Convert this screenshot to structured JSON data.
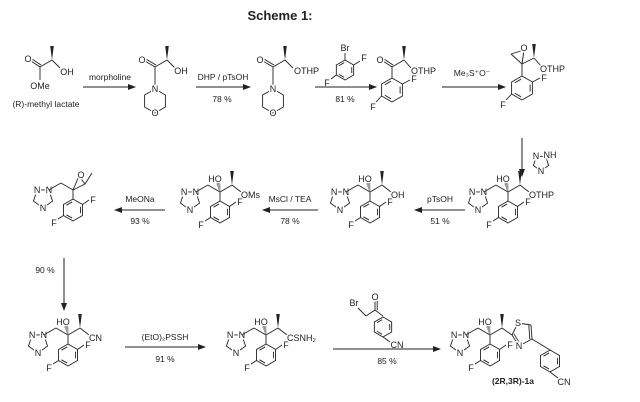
{
  "title": "Scheme 1:",
  "compounds": [
    {
      "labels": [
        "O",
        "OH",
        "OMe"
      ],
      "name": "(R)-methyl lactate"
    },
    {
      "labels": [
        "O",
        "OH",
        "N",
        "O"
      ]
    },
    {
      "labels": [
        "O",
        "OTHP",
        "N",
        "O"
      ]
    },
    {
      "labels": [
        "O",
        "OTHP",
        "F",
        "F"
      ]
    },
    {
      "labels": [
        "O",
        "OTHP",
        "F",
        "F"
      ]
    },
    {
      "labels": [
        "N",
        "N",
        "N",
        "HO",
        "OTHP",
        "F",
        "F"
      ]
    },
    {
      "labels": [
        "N",
        "N",
        "N",
        "HO",
        "OH",
        "F",
        "F"
      ]
    },
    {
      "labels": [
        "N",
        "N",
        "N",
        "HO",
        "OMs",
        "F",
        "F"
      ]
    },
    {
      "labels": [
        "N",
        "N",
        "N",
        "O",
        "F",
        "F"
      ]
    },
    {
      "labels": [
        "N",
        "N",
        "N",
        "HO",
        "CN",
        "F",
        "F"
      ]
    },
    {
      "labels": [
        "N",
        "N",
        "N",
        "HO",
        "CSNH₂",
        "F",
        "F"
      ]
    },
    {
      "labels": [
        "N",
        "N",
        "N",
        "HO",
        "S",
        "N",
        "F",
        "F",
        "CN"
      ],
      "name": "(2R,3R)-1a"
    }
  ],
  "steps": [
    {
      "reagent": "morpholine",
      "yield": ""
    },
    {
      "reagent": "DHP / pTsOH",
      "yield": "78 %"
    },
    {
      "reagent_labels": [
        "Br",
        "F",
        "F"
      ],
      "yield": "81 %"
    },
    {
      "reagent": "Me₃S⁺O⁻",
      "yield": ""
    },
    {
      "reagent_labels": [
        "N",
        "NH",
        "N"
      ],
      "yield": ""
    },
    {
      "reagent": "pTsOH",
      "yield": "51 %"
    },
    {
      "reagent": "MsCl / TEA",
      "yield": "78 %"
    },
    {
      "reagent": "MeONa",
      "yield": "93 %"
    },
    {
      "reagent": "",
      "yield": "90 %"
    },
    {
      "reagent": "(EtO)₂PSSH",
      "yield": "91 %"
    },
    {
      "reagent_labels": [
        "Br",
        "O",
        "CN"
      ],
      "yield": "85 %"
    }
  ]
}
